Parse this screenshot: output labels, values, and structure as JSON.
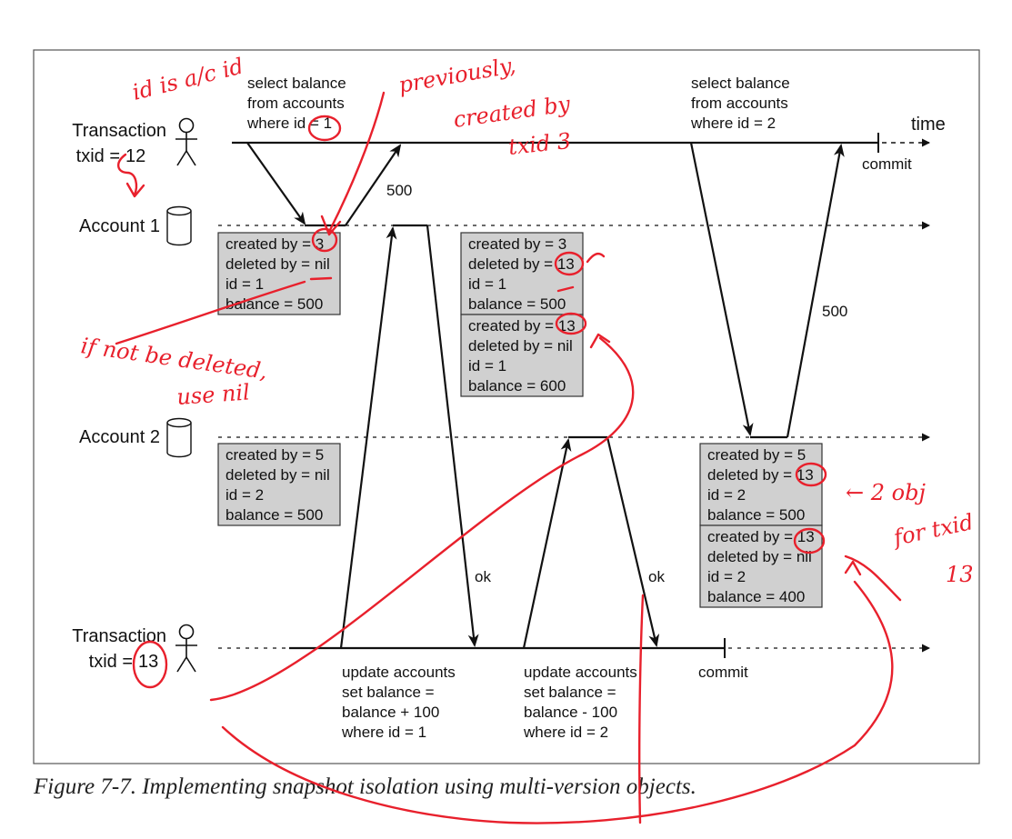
{
  "transactions": {
    "tx12": {
      "name": "Transaction",
      "txid_label": "txid =",
      "txid_value": "12"
    },
    "tx13": {
      "name": "Transaction",
      "txid_label": "txid =",
      "txid_value": "13"
    }
  },
  "accounts": {
    "account1": "Account 1",
    "account2": "Account 2"
  },
  "time_label": "time",
  "commit_label": "commit",
  "queries": {
    "tx12_first": [
      "select balance",
      "from accounts",
      "where id = 1"
    ],
    "tx12_second": [
      "select balance",
      "from accounts",
      "where id = 2"
    ],
    "tx13_first": [
      "update accounts",
      "set balance =",
      "balance + 100",
      "where id = 1"
    ],
    "tx13_second": [
      "update accounts",
      "set balance =",
      "balance - 100",
      "where id = 2"
    ]
  },
  "responses": {
    "r500_first": "500",
    "r500_second": "500",
    "ok_first": "ok",
    "ok_second": "ok"
  },
  "records": {
    "a1_v1": [
      "created by = 3",
      "deleted by = nil",
      "id = 1",
      "balance = 500"
    ],
    "a1_v1_after": [
      "created by = 3",
      "deleted by = 13",
      "id = 1",
      "balance = 500"
    ],
    "a1_v2": [
      "created by = 13",
      "deleted by = nil",
      "id = 1",
      "balance = 600"
    ],
    "a2_v1": [
      "created by = 5",
      "deleted by = nil",
      "id = 2",
      "balance = 500"
    ],
    "a2_v1_after": [
      "created by = 5",
      "deleted by = 13",
      "id = 2",
      "balance = 500"
    ],
    "a2_v2": [
      "created by = 13",
      "deleted by = nil",
      "id = 2",
      "balance = 400"
    ]
  },
  "caption": "Figure 7-7. Implementing snapshot isolation using multi-version objects.",
  "annotations": {
    "id_note": "id is a/c id",
    "previously": "previously,",
    "created_by": "created by",
    "txid3": "txid 3",
    "if_not": "if not be deleted,",
    "use_nil": "use nil",
    "two_obj": "← 2 obj",
    "for_txid": "for txid",
    "thirteen": "13"
  },
  "colors": {
    "annotation": "#e8202c",
    "record_fill": "#d0d0d0",
    "line": "#111111"
  }
}
